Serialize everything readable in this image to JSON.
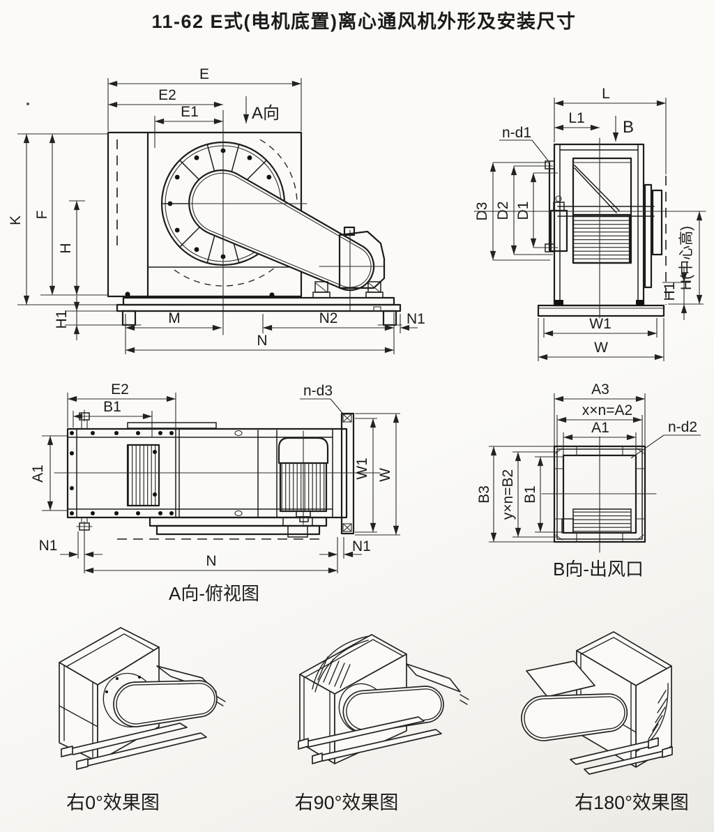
{
  "page": {
    "title": "11-62 E式(电机底置)离心通风机外形及安装尺寸"
  },
  "front_view": {
    "view_arrow": "A向",
    "dims": {
      "E": "E",
      "E2": "E2",
      "E1": "E1",
      "K": "K",
      "F": "F",
      "H": "H",
      "H1": "H1",
      "M": "M",
      "N2": "N2",
      "N1": "N1",
      "N": "N"
    }
  },
  "side_view": {
    "dims": {
      "L": "L",
      "L1": "L1",
      "B": "B",
      "n_d1": "n-d1",
      "D3": "D3",
      "D2": "D2",
      "D1": "D1",
      "W1": "W1",
      "W": "W",
      "H1": "H1",
      "H_center": "H(中心高)"
    }
  },
  "top_view": {
    "caption": "A向-俯视图",
    "dims": {
      "E2": "E2",
      "B1": "B1",
      "n_d3": "n-d3",
      "A1": "A1",
      "W1": "W1",
      "W": "W",
      "N1": "N1",
      "N": "N"
    }
  },
  "outlet_view": {
    "caption": "B向-出风口",
    "dims": {
      "A3": "A3",
      "A2": "x×n=A2",
      "A1": "A1",
      "n_d2": "n-d2",
      "B3": "B3",
      "B2": "y×n=B2",
      "B1": "B1"
    }
  },
  "perspective_views": [
    {
      "caption": "右0°效果图"
    },
    {
      "caption": "右90°效果图"
    },
    {
      "caption": "右180°效果图"
    }
  ]
}
